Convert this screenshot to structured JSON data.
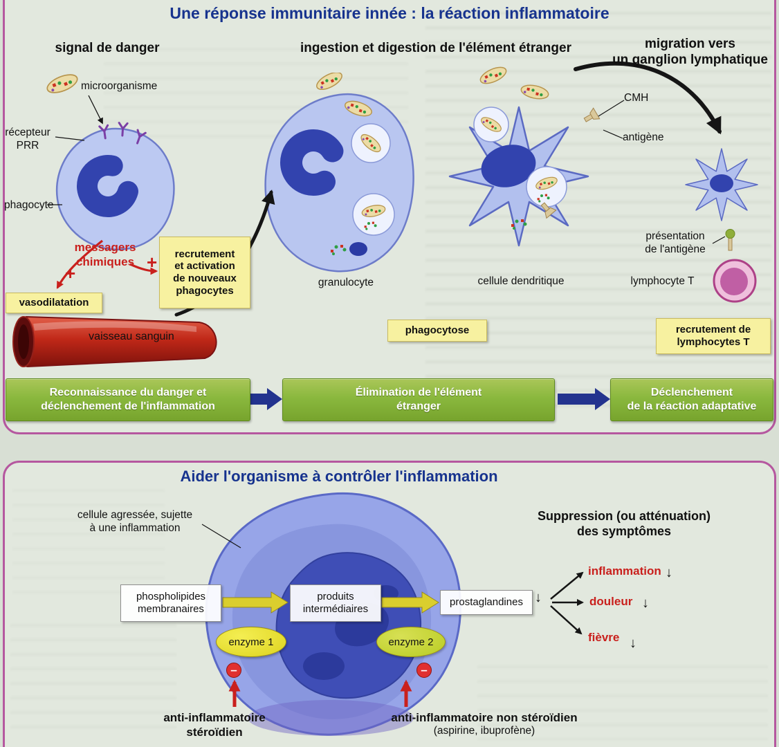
{
  "panel1": {
    "title": "Une réponse immunitaire innée : la réaction inflammatoire",
    "headers": {
      "danger": "signal de danger",
      "ingestion": "ingestion et digestion de l'élément étranger",
      "migration": "migration vers\nun ganglion lymphatique"
    },
    "labels": {
      "microorganisme": "microorganisme",
      "recepteur_prr": "récepteur\nPRR",
      "phagocyte": "phagocyte",
      "messagers_chimiques": "messagers\nchimiques",
      "plus": "+",
      "vasodilatation": "vasodilatation",
      "vaisseau_sanguin": "vaisseau sanguin",
      "recrutement_phagocytes": "recrutement\net activation\nde nouveaux\nphagocytes",
      "granulocyte": "granulocyte",
      "phagocytose": "phagocytose",
      "cellule_dendritique": "cellule dendritique",
      "cmh": "CMH",
      "antigene": "antigène",
      "presentation_antigene": "présentation\nde l'antigène",
      "lymphocyte_t": "lymphocyte T",
      "recrutement_lymphocytes": "recrutement de\nlymphocytes T"
    },
    "banners": [
      "Reconnaissance du danger et\ndéclenchement de l'inflammation",
      "Élimination de l'élément\nétranger",
      "Déclenchement\nde la réaction adaptative"
    ]
  },
  "panel2": {
    "title": "Aider l'organisme à contrôler l'inflammation",
    "labels": {
      "cellule_agressee": "cellule agressée, sujette\nà une inflammation",
      "phospholipides": "phospholipides\nmembranaires",
      "produits_intermediaires": "produits\nintermédiaires",
      "prostaglandines": "prostaglandines",
      "enzyme1": "enzyme 1",
      "enzyme2": "enzyme 2",
      "minus": "–",
      "down_arrow": "↓",
      "suppression": "Suppression (ou atténuation)\ndes symptômes",
      "inflammation": "inflammation",
      "douleur": "douleur",
      "fievre": "fièvre",
      "anti_steroidien": "anti-inflammatoire\nstéroïdien",
      "anti_non_steroidien": "anti-inflammatoire non stéroïdien",
      "anti_non_steroidien_sub": "(aspirine, ibuprofène)"
    }
  },
  "colors": {
    "panel_border": "#b5579f",
    "title_blue": "#17338e",
    "yellow_box": "#f7f1a0",
    "banner_green": "#8ab83e",
    "red_accent": "#c9201d",
    "arrow_blue": "#23338e",
    "cell_blue": "#b9c6f0",
    "nucleus_blue": "#3243ae"
  }
}
